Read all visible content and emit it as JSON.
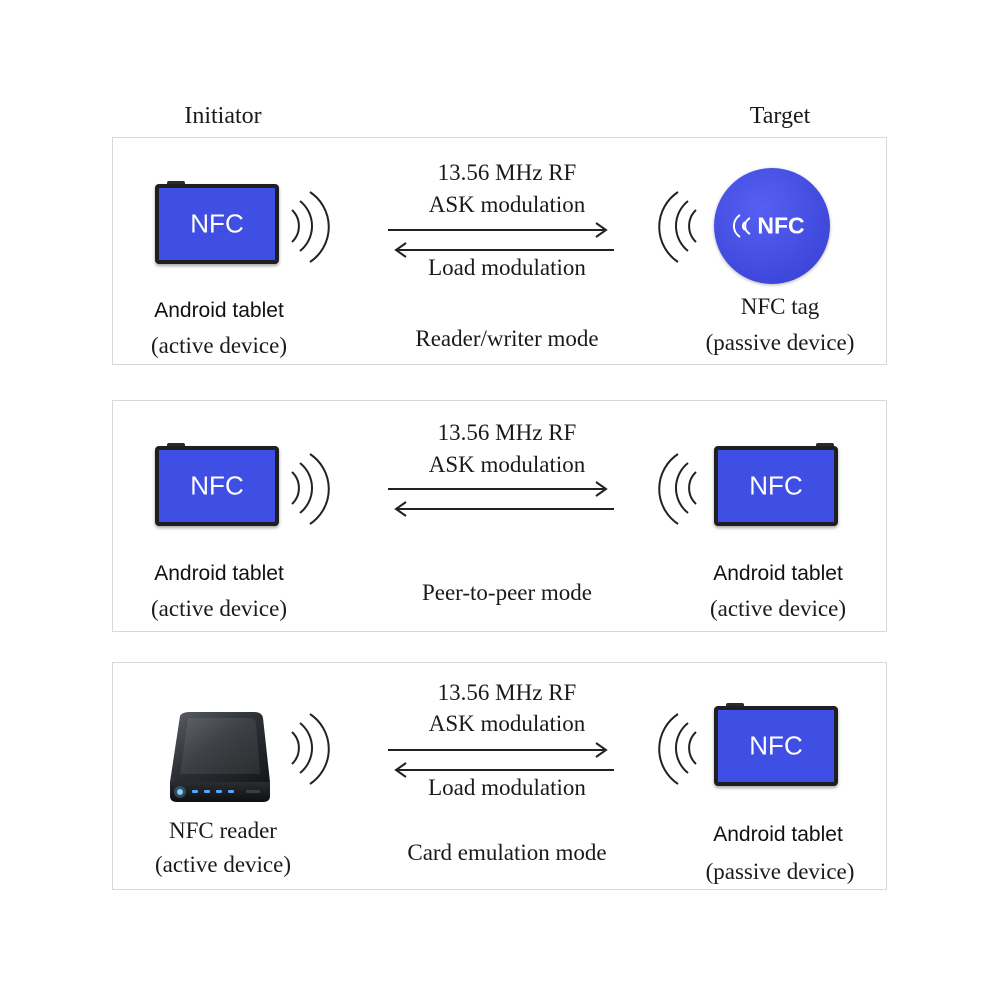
{
  "headers": {
    "left": "Initiator",
    "right": "Target"
  },
  "panels": [
    {
      "mode": "Reader/writer mode",
      "signal_line1": "13.56 MHz RF",
      "signal_line2": "ASK modulation",
      "return_label": "Load modulation",
      "left": {
        "name": "Android tablet",
        "role": "(active device)",
        "screen_text": "NFC"
      },
      "right": {
        "name": "NFC tag",
        "role": "(passive device)",
        "badge_text": "NFC"
      }
    },
    {
      "mode": "Peer-to-peer mode",
      "signal_line1": "13.56 MHz RF",
      "signal_line2": "ASK modulation",
      "left": {
        "name": "Android tablet",
        "role": "(active device)",
        "screen_text": "NFC"
      },
      "right": {
        "name": "Android tablet",
        "role": "(active device)",
        "screen_text": "NFC"
      }
    },
    {
      "mode": "Card emulation mode",
      "signal_line1": "13.56 MHz RF",
      "signal_line2": "ASK modulation",
      "return_label": "Load modulation",
      "left": {
        "name": "NFC reader",
        "role": "(active device)"
      },
      "right": {
        "name": "Android tablet",
        "role": "(passive device)",
        "screen_text": "NFC"
      }
    }
  ],
  "icons": {
    "tablet": "tablet-icon",
    "tag": "nfc-tag-icon",
    "reader": "nfc-reader-icon",
    "waves": "radio-waves-icon",
    "arrow_right": "arrow-right-icon",
    "arrow_left": "arrow-left-icon"
  },
  "colors": {
    "nfc_blue": "#3f4ee3",
    "device_frame": "#1f1f22",
    "panel_border": "#d8d8d8",
    "arrow": "#222222"
  }
}
